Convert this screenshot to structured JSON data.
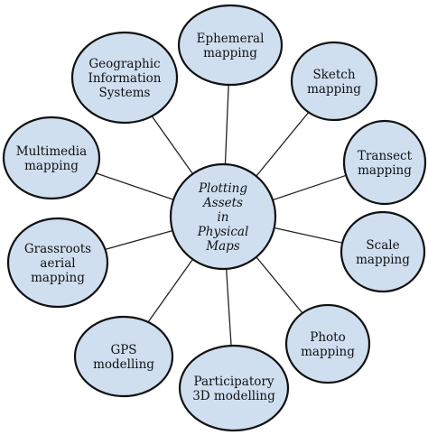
{
  "style": {
    "fill": "#cfdff0",
    "stroke": "#111111",
    "line": "#222222"
  },
  "center": {
    "lines": [
      "Plotting",
      "Assets",
      "in",
      "Physical",
      "Maps"
    ]
  },
  "nodes": [
    {
      "id": "ephemeral-mapping",
      "lines": [
        "Ephemeral",
        "mapping"
      ]
    },
    {
      "id": "sketch-mapping",
      "lines": [
        "Sketch",
        "mapping"
      ]
    },
    {
      "id": "transect-mapping",
      "lines": [
        "Transect",
        "mapping"
      ]
    },
    {
      "id": "scale-mapping",
      "lines": [
        "Scale",
        "mapping"
      ]
    },
    {
      "id": "photo-mapping",
      "lines": [
        "Photo",
        "mapping"
      ]
    },
    {
      "id": "participatory-3d-modelling",
      "lines": [
        "Participatory",
        "3D modelling"
      ]
    },
    {
      "id": "gps-modelling",
      "lines": [
        "GPS",
        "modelling"
      ]
    },
    {
      "id": "grassroots-aerial-mapping",
      "lines": [
        "Grassroots",
        "aerial",
        "mapping"
      ]
    },
    {
      "id": "multimedia-mapping",
      "lines": [
        "Multimedia",
        "mapping"
      ]
    },
    {
      "id": "geographic-information-systems",
      "lines": [
        "Geographic",
        "Information",
        "Systems"
      ]
    }
  ]
}
